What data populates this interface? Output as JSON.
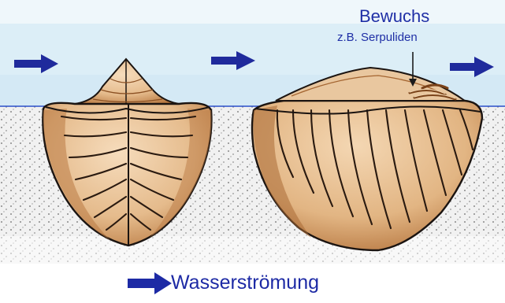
{
  "annotation": {
    "title": "Bewuchs",
    "subtitle": "z.B. Serpuliden"
  },
  "legend": {
    "label": "Wasserströmung"
  },
  "colors": {
    "arrow": "#1f2a9c",
    "water": "#dceef7",
    "waterline": "#2b4fc9",
    "sediment": "#f1f1f1",
    "shell": "#e8c49a",
    "shell_dark": "#a9652f",
    "outline": "#1b1411",
    "label": "#1f2fa6"
  },
  "icons": {
    "flow_arrow": "flow-arrow-icon",
    "pointer": "pointer-arrow-icon"
  }
}
